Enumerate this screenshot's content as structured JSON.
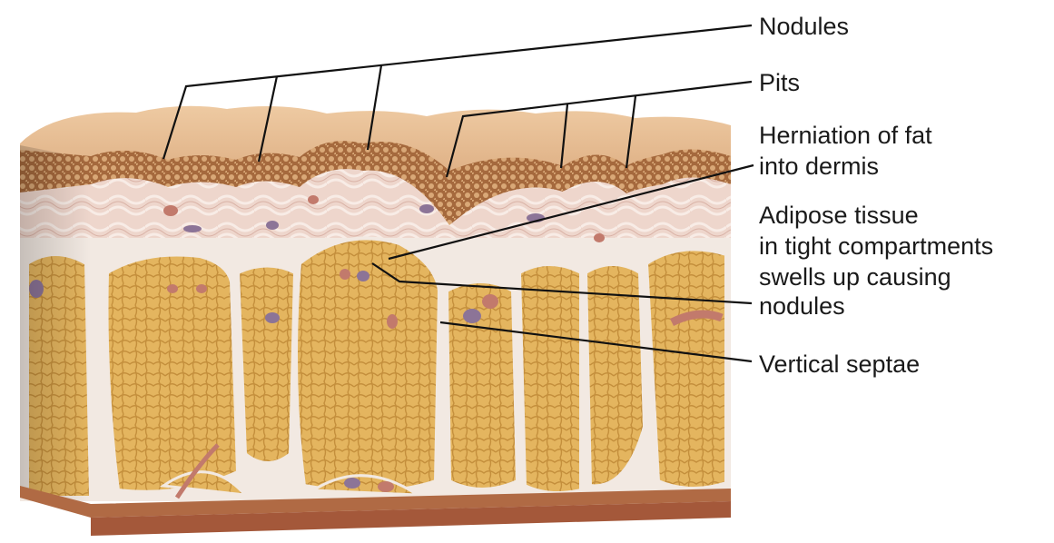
{
  "labels": {
    "nodules": "Nodules",
    "pits": "Pits",
    "herniation_line1": "Herniation of fat",
    "herniation_line2": "into dermis",
    "adipose_line1": "Adipose tissue",
    "adipose_line2": "in tight compartments",
    "adipose_line3": "swells up causing",
    "adipose_line4": "nodules",
    "septae": "Vertical septae"
  },
  "colors": {
    "skin_surface": "#e6bf95",
    "epidermis": "#a0643a",
    "dermis": "#ecd2c8",
    "fat": "#e3b25e",
    "septa": "#f3ece6",
    "base": "#b06a44"
  }
}
